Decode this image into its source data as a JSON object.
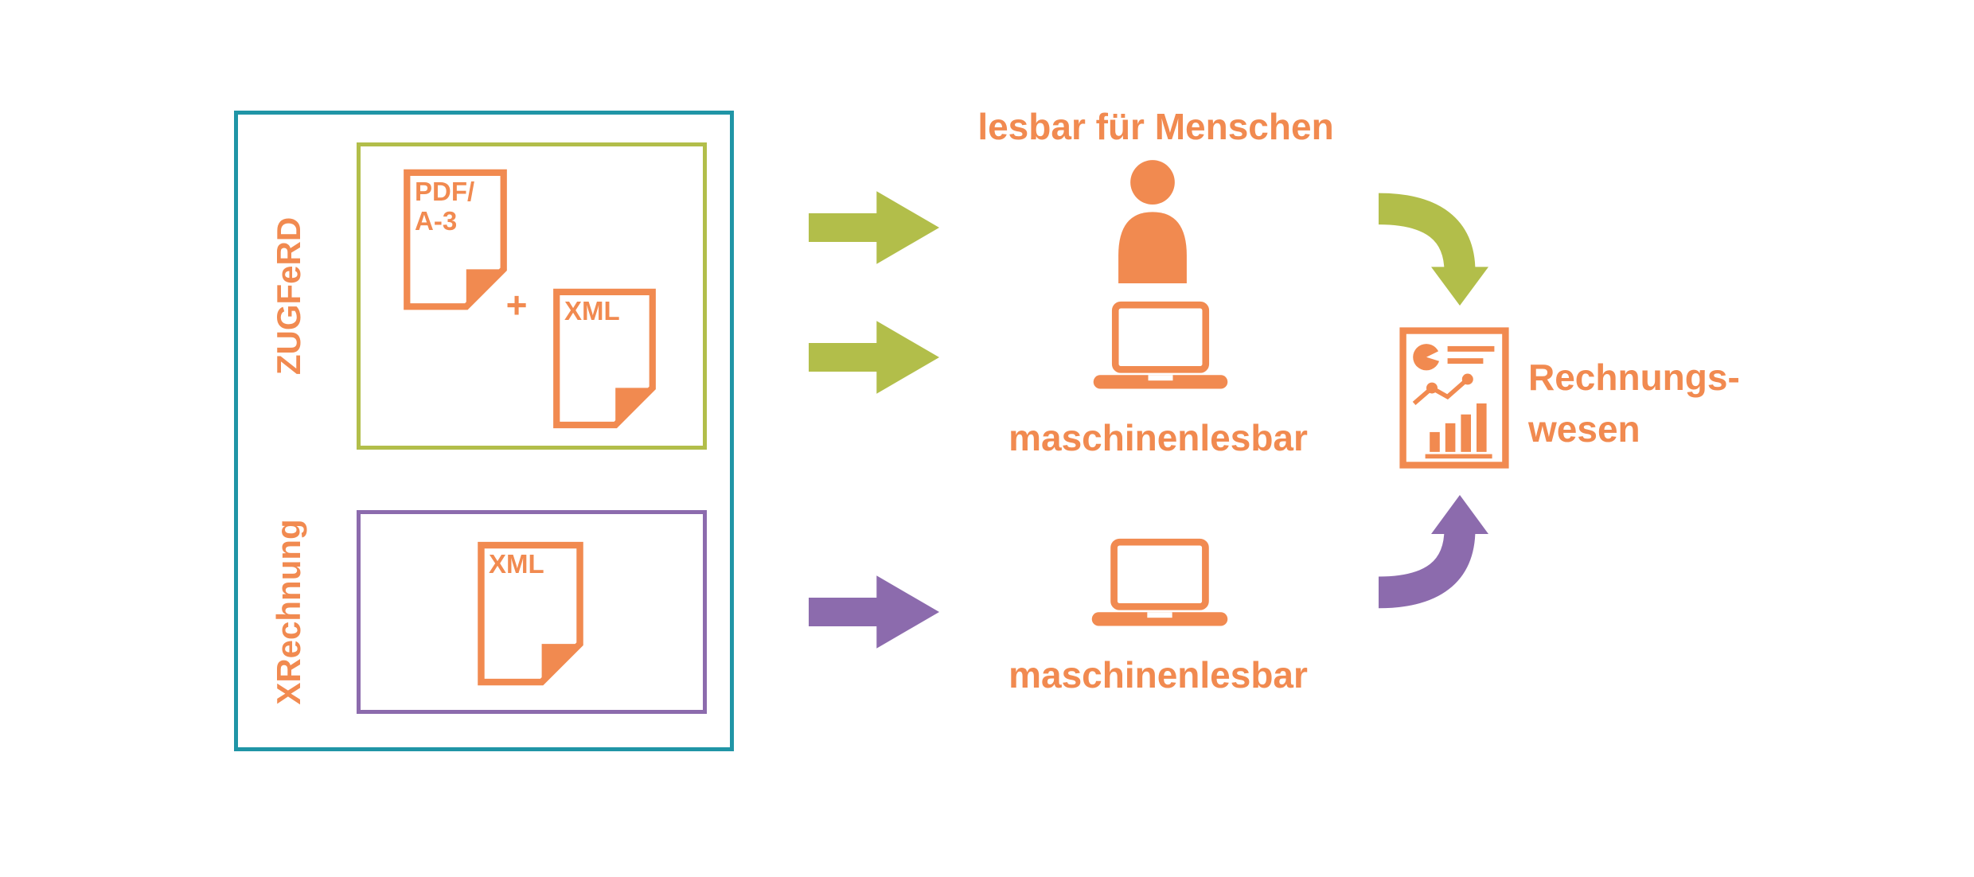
{
  "colors": {
    "orange": "#F18A50",
    "olive": "#B2BE4A",
    "purple": "#8C6BAD",
    "teal": "#2095A6",
    "background": "#FFFFFF"
  },
  "formats": {
    "zugferd": {
      "label": "ZUGFeRD",
      "pdf_document": {
        "line1": "PDF/",
        "line2": "A-3"
      },
      "plus": "+",
      "xml_document": {
        "label": "XML"
      }
    },
    "xrechnung": {
      "label": "XRechnung",
      "xml_document": {
        "label": "XML"
      }
    }
  },
  "readers": {
    "human_label": "lesbar für Menschen",
    "machine_label_zugferd": "maschinenlesbar",
    "machine_label_xrechnung": "maschinenlesbar"
  },
  "target": {
    "line1": "Rechnungs-",
    "line2": "wesen"
  },
  "icons": {
    "person": "person-icon",
    "laptop": "laptop-icon",
    "document": "document-icon",
    "chart_document": "chart-document-icon",
    "arrow_right": "arrow-right-icon",
    "arrow_curved_down": "arrow-curved-down-icon",
    "arrow_curved_up": "arrow-curved-up-icon"
  }
}
